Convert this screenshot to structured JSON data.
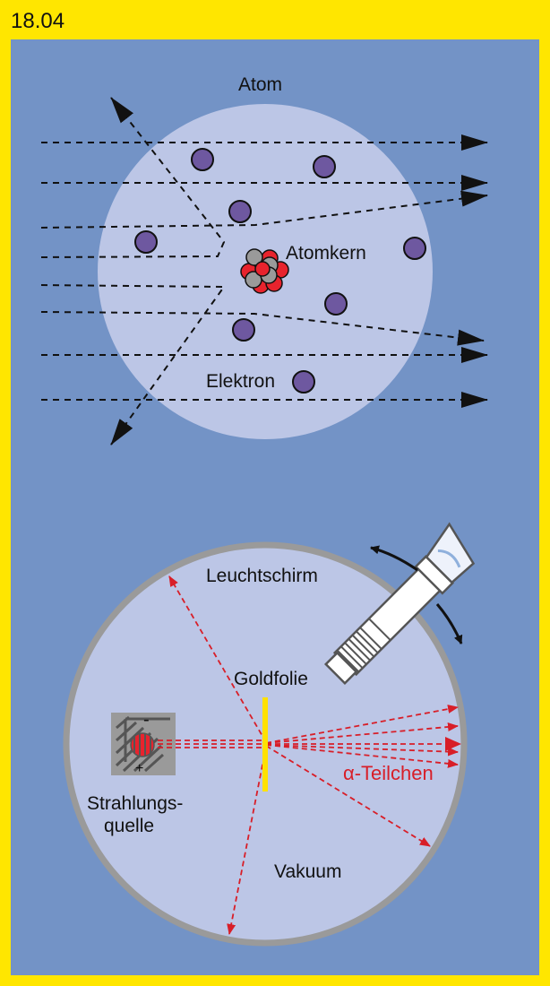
{
  "figure_number": "18.04",
  "atom_diagram": {
    "label_atom": "Atom",
    "label_nucleus": "Atomkern",
    "label_electron": "Elektron"
  },
  "experiment": {
    "label_screen": "Leuchtschirm",
    "label_foil": "Goldfolie",
    "label_source_line1": "Strahlungs-",
    "label_source_line2": "quelle",
    "label_vacuum": "Vakuum",
    "label_alpha": "α-Teilchen",
    "source_minus": "-",
    "source_plus": "+"
  },
  "colors": {
    "frame": "#ffe600",
    "panel": "#7393c6",
    "sphere": "#bcc6e6",
    "electron": "#6e58a0",
    "proton": "#e8232d",
    "neutron": "#9a9a9a",
    "alpha_path": "#d81e28",
    "gold_foil": "#ffe100",
    "chamber_rim": "#9a9a9a"
  }
}
